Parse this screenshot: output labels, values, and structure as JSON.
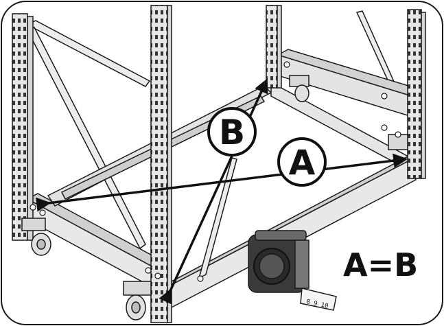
{
  "diagram": {
    "label_a": "A",
    "label_b": "B",
    "equation": "A=B",
    "tape_markings": "8 9 10"
  },
  "colors": {
    "frame_fill": "#e9e9e9",
    "frame_shade": "#c8c8c8",
    "outline": "#1a1a1a",
    "arrow": "#111111",
    "tape_body": "#3a3a3a"
  }
}
